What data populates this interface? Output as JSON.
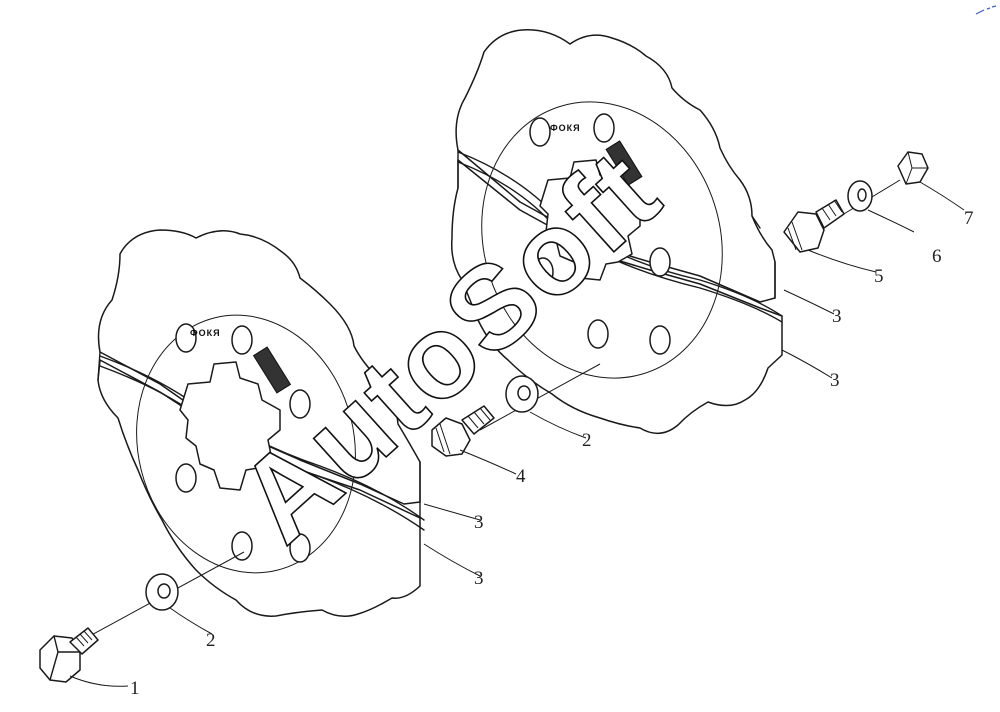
{
  "diagram": {
    "plate_marking": "ФОКЯ",
    "watermark": "AutoSoft",
    "callouts": [
      {
        "id": "c1",
        "text": "1"
      },
      {
        "id": "c2a",
        "text": "2"
      },
      {
        "id": "c3a",
        "text": "3"
      },
      {
        "id": "c3b",
        "text": "3"
      },
      {
        "id": "c4",
        "text": "4"
      },
      {
        "id": "c2b",
        "text": "2"
      },
      {
        "id": "c3c",
        "text": "3"
      },
      {
        "id": "c3d",
        "text": "3"
      },
      {
        "id": "c5",
        "text": "5"
      },
      {
        "id": "c6",
        "text": "6"
      },
      {
        "id": "c7",
        "text": "7"
      }
    ]
  }
}
